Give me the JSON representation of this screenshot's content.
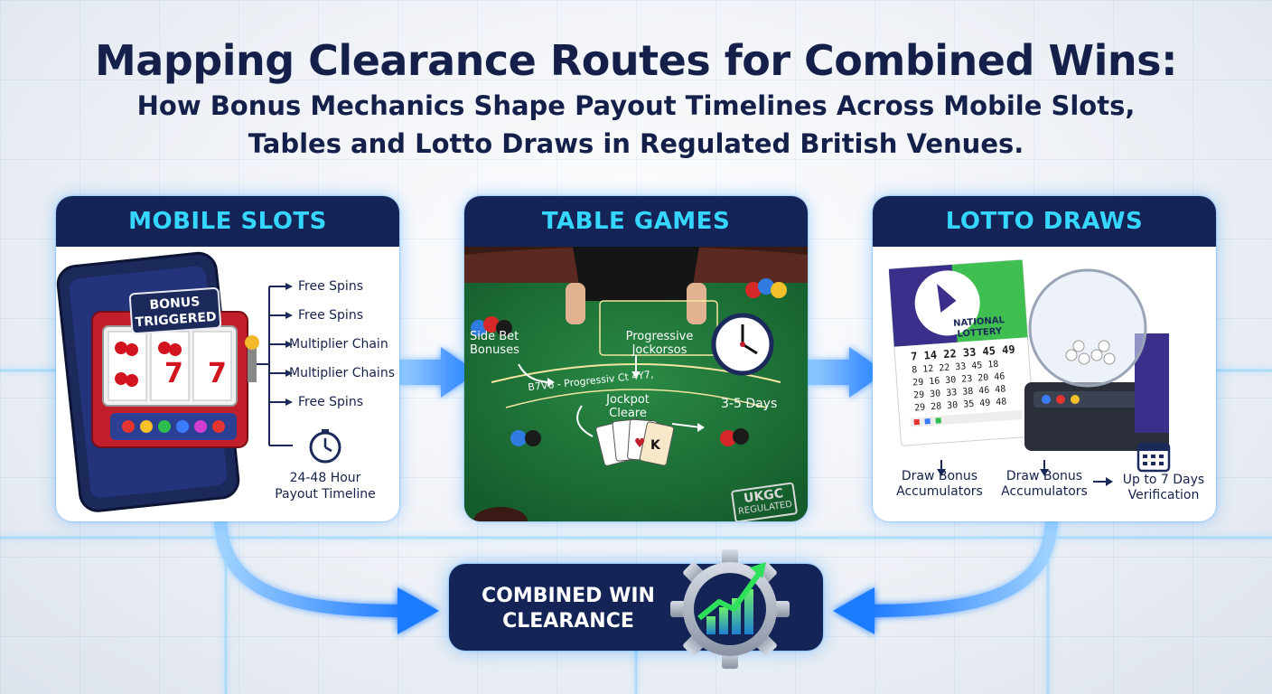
{
  "title": "Mapping Clearance Routes for Combined Wins:",
  "subtitle_line1": "How Bonus Mechanics Shape Payout Timelines Across Mobile Slots,",
  "subtitle_line2": "Tables and Lotto Draws in Regulated British Venues.",
  "panels": {
    "slots": {
      "title": "MOBILE SLOTS",
      "badge_line1": "BONUS",
      "badge_line2": "TRIGGERED",
      "branches": [
        "Free Spins",
        "Free Spins",
        "Multiplier Chain",
        "Multiplier Chains",
        "Free Spins"
      ],
      "timeline_line1": "24-48 Hour",
      "timeline_line2": "Payout Timeline"
    },
    "table": {
      "title": "TABLE GAMES",
      "side_bet_line1": "Side Bet",
      "side_bet_line2": "Bonuses",
      "progressive_line1": "Progressive",
      "progressive_line2": "Jockorsos",
      "felt_text": "B7V6 - Progressiv Ct 4Y7,",
      "jackpot_line1": "Jockpot",
      "jackpot_line2": "Cleare",
      "days": "3-5 Days",
      "ukgc_line1": "UKGC",
      "ukgc_line2": "REGULATED"
    },
    "lotto": {
      "title": "LOTTO DRAWS",
      "brand_line1": "NATIONAL",
      "brand_line2": "LOTTERY",
      "ticket_numbers": [
        "7 14 22 33 45 49",
        "8 12 22 33 45 18",
        "29 16 30 23 20 46",
        "29 30 33 38 46 48",
        "29 28 30 35 49 48"
      ],
      "accum1_line1": "Draw Bonus",
      "accum1_line2": "Accumulators",
      "accum2_line1": "Draw Bonus",
      "accum2_line2": "Accumulators",
      "verify_line1": "Up to 7 Days",
      "verify_line2": "Verification"
    }
  },
  "combined": {
    "line1": "COMBINED WIN",
    "line2": "CLEARANCE"
  },
  "colors": {
    "navy": "#142457",
    "cyan": "#35d6ff",
    "arrow_blue": "#2f8cff",
    "felt_green": "#1f7a3a",
    "lotto_green": "#3fbf4f",
    "lotto_purple": "#3b2f8c"
  },
  "icons": [
    "slot-phone-icon",
    "clock-icon",
    "wall-clock-icon",
    "cards-icon",
    "chips-icon",
    "lottery-ticket-icon",
    "lottery-drum-icon",
    "calendar-icon",
    "gear-chart-icon",
    "flow-arrow-icon"
  ]
}
